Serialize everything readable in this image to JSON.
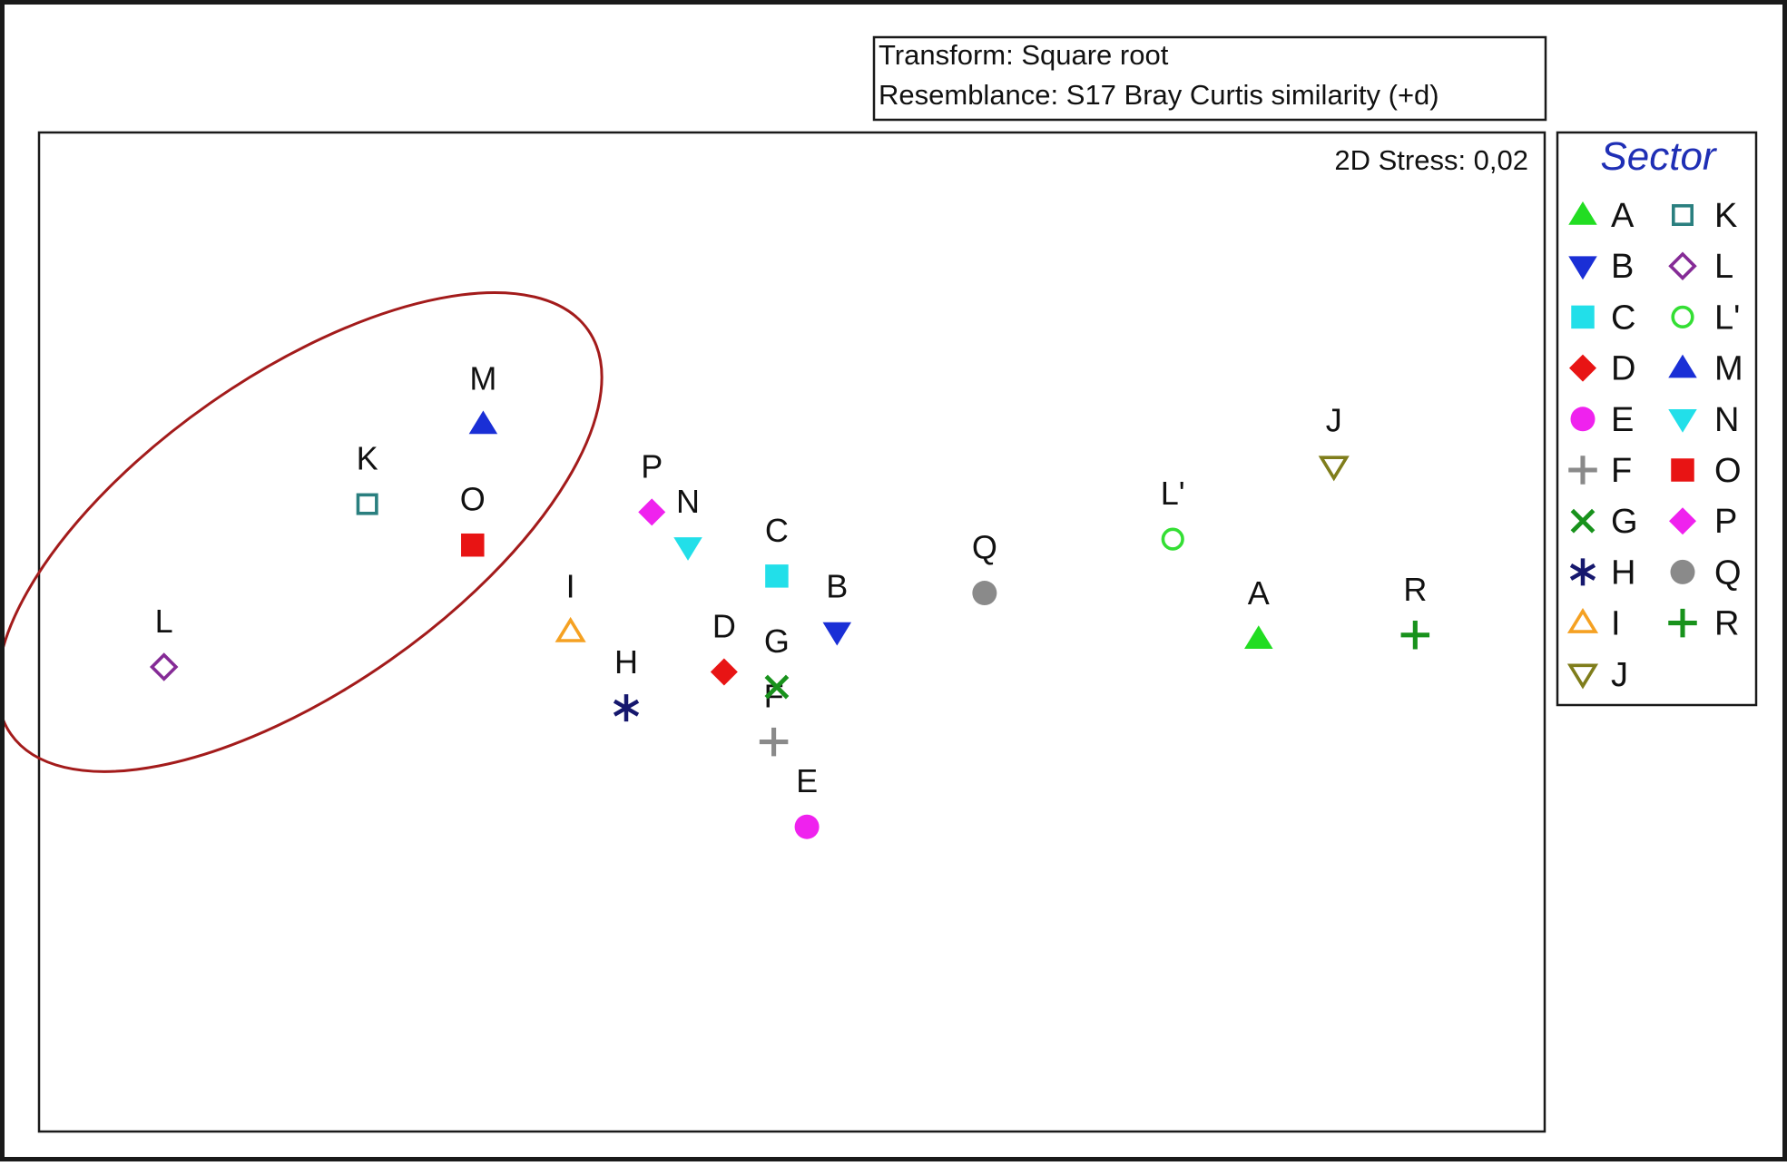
{
  "info_box": {
    "line1": "Transform: Square root",
    "line2": "Resemblance: S17 Bray Curtis similarity (+d)"
  },
  "stress_label": "2D Stress: 0,02",
  "legend": {
    "title": "Sector",
    "title_color": "#1f2fb5",
    "entries": [
      {
        "label": "A",
        "symbol": "triangle-up",
        "color": "#22dd22",
        "filled": true
      },
      {
        "label": "B",
        "symbol": "triangle-down",
        "color": "#1a2fd6",
        "filled": true
      },
      {
        "label": "C",
        "symbol": "square",
        "color": "#22dfe9",
        "filled": true
      },
      {
        "label": "D",
        "symbol": "diamond",
        "color": "#e81414",
        "filled": true
      },
      {
        "label": "E",
        "symbol": "circle",
        "color": "#ef22ee",
        "filled": true
      },
      {
        "label": "F",
        "symbol": "plus",
        "color": "#8a8a8a",
        "filled": true
      },
      {
        "label": "G",
        "symbol": "x",
        "color": "#18921c",
        "filled": true
      },
      {
        "label": "H",
        "symbol": "asterisk",
        "color": "#16186e",
        "filled": true
      },
      {
        "label": "I",
        "symbol": "triangle-up",
        "color": "#f5a122",
        "filled": false
      },
      {
        "label": "J",
        "symbol": "triangle-down",
        "color": "#7f7d1b",
        "filled": false
      },
      {
        "label": "K",
        "symbol": "square",
        "color": "#2a7f7f",
        "filled": false
      },
      {
        "label": "L",
        "symbol": "diamond",
        "color": "#852b96",
        "filled": false
      },
      {
        "label": "L'",
        "symbol": "circle",
        "color": "#34df34",
        "filled": false
      },
      {
        "label": "M",
        "symbol": "triangle-up",
        "color": "#1a2fd6",
        "filled": true
      },
      {
        "label": "N",
        "symbol": "triangle-down",
        "color": "#22dfe9",
        "filled": true
      },
      {
        "label": "O",
        "symbol": "square",
        "color": "#e81414",
        "filled": true
      },
      {
        "label": "P",
        "symbol": "diamond",
        "color": "#ef22ee",
        "filled": true
      },
      {
        "label": "Q",
        "symbol": "circle",
        "color": "#8a8a8a",
        "filled": true
      },
      {
        "label": "R",
        "symbol": "plus",
        "color": "#18921c",
        "filled": true
      }
    ]
  },
  "chart_data": {
    "type": "scatter",
    "title": "",
    "xlabel": "",
    "ylabel": "",
    "grid": false,
    "legend_position": "right",
    "xlim": [
      0,
      100
    ],
    "ylim": [
      0,
      100
    ],
    "points": [
      {
        "label": "A",
        "x": 81.0,
        "y": 49.3
      },
      {
        "label": "B",
        "x": 53.0,
        "y": 50.0
      },
      {
        "label": "C",
        "x": 49.0,
        "y": 55.6
      },
      {
        "label": "D",
        "x": 45.5,
        "y": 46.0
      },
      {
        "label": "E",
        "x": 51.0,
        "y": 30.5
      },
      {
        "label": "F",
        "x": 48.8,
        "y": 39.0
      },
      {
        "label": "G",
        "x": 49.0,
        "y": 44.5
      },
      {
        "label": "H",
        "x": 39.0,
        "y": 42.4
      },
      {
        "label": "I",
        "x": 35.3,
        "y": 50.0
      },
      {
        "label": "J",
        "x": 86.0,
        "y": 66.6
      },
      {
        "label": "K",
        "x": 21.8,
        "y": 62.8
      },
      {
        "label": "L",
        "x": 8.3,
        "y": 46.5
      },
      {
        "label": "L'",
        "x": 75.3,
        "y": 59.3
      },
      {
        "label": "M",
        "x": 29.5,
        "y": 70.8
      },
      {
        "label": "N",
        "x": 43.1,
        "y": 58.5
      },
      {
        "label": "O",
        "x": 28.8,
        "y": 58.7
      },
      {
        "label": "P",
        "x": 40.7,
        "y": 62.0
      },
      {
        "label": "Q",
        "x": 62.8,
        "y": 53.9
      },
      {
        "label": "R",
        "x": 91.4,
        "y": 49.7
      }
    ],
    "ellipse": {
      "color": "#a31b1b",
      "cx": 17.3,
      "cy": 60.0,
      "rx": 23.4,
      "ry": 15.7,
      "rotation_deg": -35
    }
  }
}
